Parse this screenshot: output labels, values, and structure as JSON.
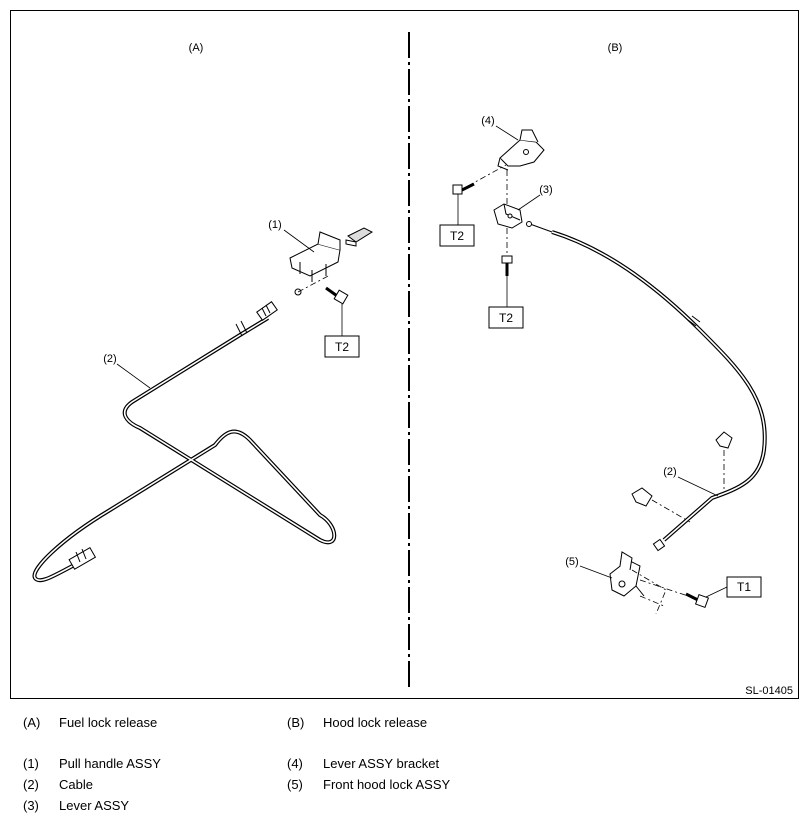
{
  "figure": {
    "code": "SL-01405",
    "panel_a": {
      "label": "(A)",
      "callouts": {
        "c1": "(1)",
        "c2": "(2)"
      },
      "torque": "T2"
    },
    "panel_b": {
      "label": "(B)",
      "callouts": {
        "c4": "(4)",
        "c3": "(3)",
        "c2": "(2)",
        "c5": "(5)"
      },
      "torque": {
        "t2a": "T2",
        "t2b": "T2",
        "t1": "T1"
      }
    }
  },
  "legend": {
    "a": {
      "key": "(A)",
      "text": "Fuel lock release"
    },
    "b": {
      "key": "(B)",
      "text": "Hood lock release"
    },
    "i1": {
      "key": "(1)",
      "text": "Pull handle ASSY"
    },
    "i2": {
      "key": "(2)",
      "text": "Cable"
    },
    "i3": {
      "key": "(3)",
      "text": "Lever ASSY"
    },
    "i4": {
      "key": "(4)",
      "text": "Lever ASSY bracket"
    },
    "i5": {
      "key": "(5)",
      "text": "Front hood lock ASSY"
    }
  }
}
